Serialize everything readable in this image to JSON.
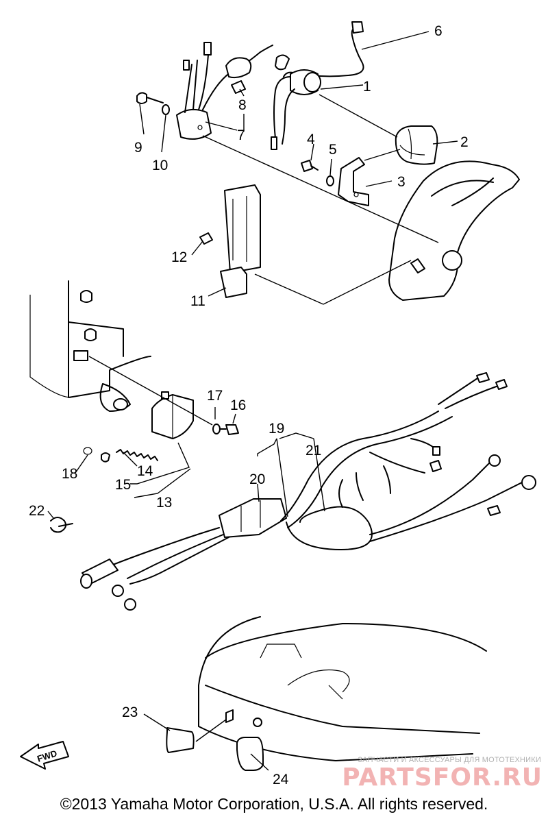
{
  "callouts": {
    "c1": "1",
    "c2": "2",
    "c3": "3",
    "c4": "4",
    "c5": "5",
    "c6": "6",
    "c7": "7",
    "c8": "8",
    "c9": "9",
    "c10": "10",
    "c11": "11",
    "c12": "12",
    "c13": "13",
    "c14": "14",
    "c15": "15",
    "c16": "16",
    "c17": "17",
    "c18": "18",
    "c19": "19",
    "c20": "20",
    "c21": "21",
    "c22": "22",
    "c23": "23",
    "c24": "24"
  },
  "direction_badge": "FWD",
  "watermark": {
    "tagline": "ЗАПЧАСТИ И АКСЕССУАРЫ ДЛЯ МОТОТЕХНИКИ",
    "logo": "PARTSFOR.RU"
  },
  "copyright": "©2013 Yamaha Motor Corporation, U.S.A. All rights reserved."
}
